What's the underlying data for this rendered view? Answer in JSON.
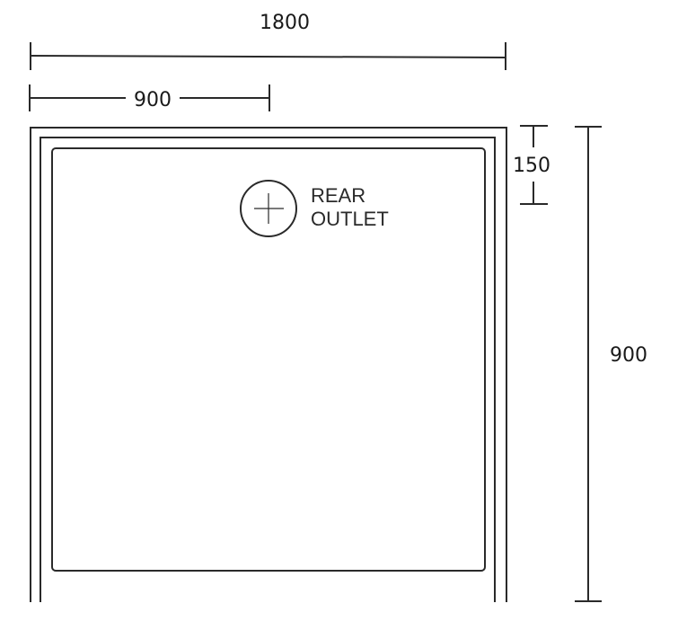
{
  "dimensions": {
    "total_width": "1800",
    "half_width": "900",
    "outlet_offset": "150",
    "height": "900"
  },
  "outlet": {
    "line1": "REAR",
    "line2": "OUTLET",
    "icon": "plus-circle-icon"
  },
  "colors": {
    "stroke": "#2a2a2a",
    "background": "#ffffff"
  }
}
